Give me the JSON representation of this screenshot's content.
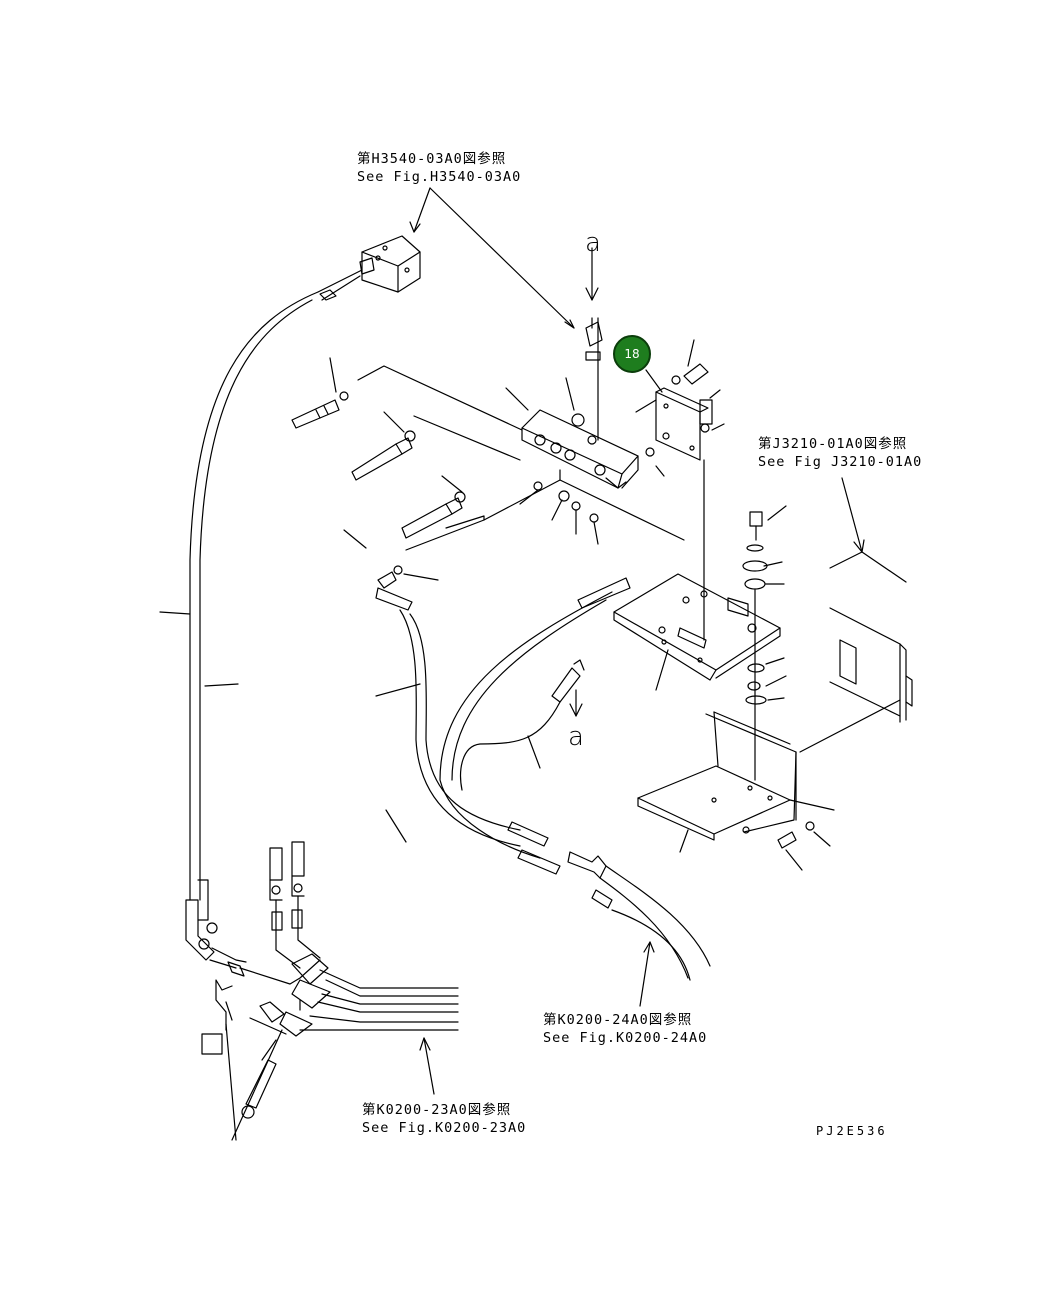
{
  "references": {
    "h3540": {
      "jp": "第H3540-03A0図参照",
      "en": "See Fig.H3540-03A0"
    },
    "j3210": {
      "jp": "第J3210-01A0図参照",
      "en": "See Fig J3210-01A0"
    },
    "k0200_24": {
      "jp": "第K0200-24A0図参照",
      "en": "See Fig.K0200-24A0"
    },
    "k0200_23": {
      "jp": "第K0200-23A0図参照",
      "en": "See Fig.K0200-23A0"
    }
  },
  "arrow_labels": {
    "top": "a",
    "bottom": "a"
  },
  "callout": {
    "number": "18",
    "color": "#1e7d1e"
  },
  "drawing_code": "PJ2E536"
}
